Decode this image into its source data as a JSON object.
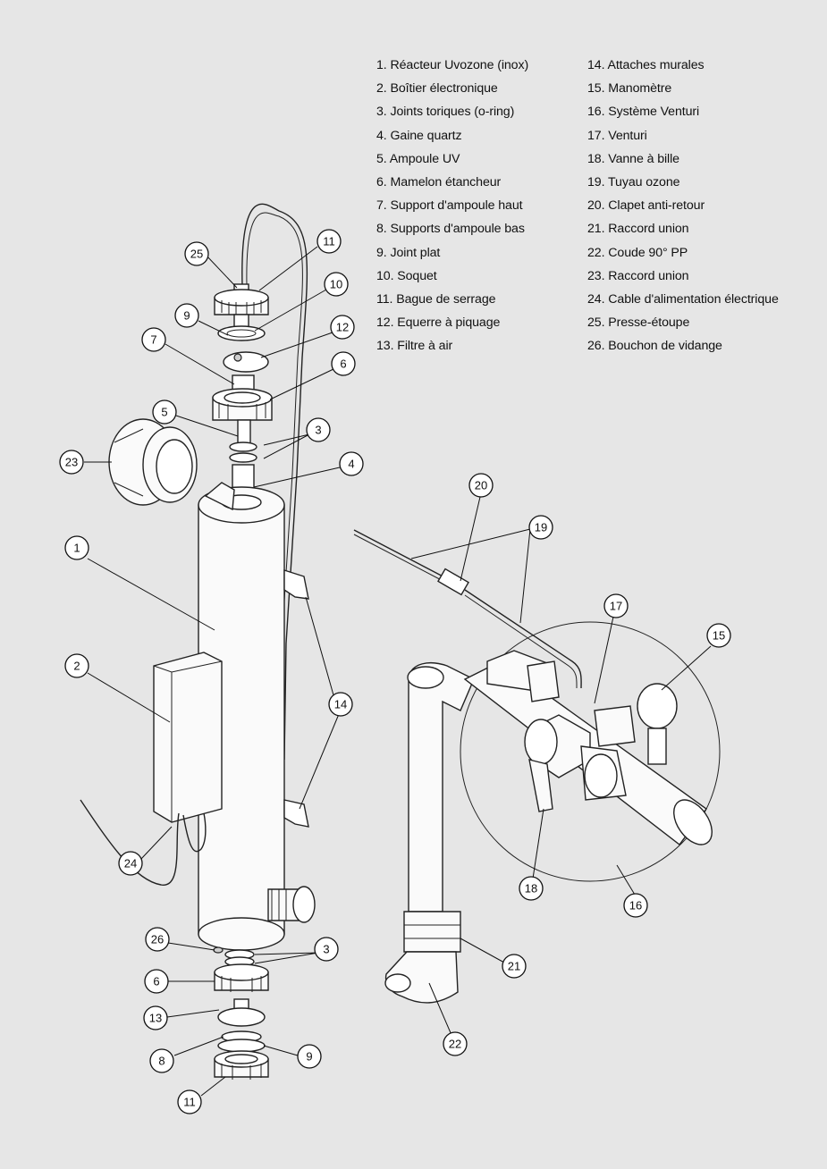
{
  "legend": {
    "col1": [
      "1. Réacteur Uvozone (inox)",
      "2. Boîtier électronique",
      "3. Joints toriques (o-ring)",
      "4. Gaine quartz",
      "5. Ampoule UV",
      "6. Mamelon étancheur",
      "7. Support d'ampoule haut",
      "8. Supports d'ampoule bas",
      "9. Joint plat",
      "10. Soquet",
      "11. Bague de serrage",
      "12. Equerre à piquage",
      "13. Filtre à air"
    ],
    "col2": [
      "14. Attaches murales",
      "15. Manomètre",
      "16. Système Venturi",
      "17. Venturi",
      "18. Vanne à bille",
      "19. Tuyau ozone",
      "20. Clapet anti-retour",
      "21. Raccord union",
      "22. Coude 90° PP",
      "23. Raccord union",
      "24. Cable d'alimentation électrique",
      "25. Presse-étoupe",
      "26. Bouchon de vidange"
    ]
  },
  "callouts": [
    "1",
    "2",
    "3",
    "3",
    "4",
    "5",
    "6",
    "6",
    "7",
    "8",
    "9",
    "9",
    "10",
    "11",
    "11",
    "12",
    "13",
    "14",
    "15",
    "16",
    "17",
    "18",
    "19",
    "20",
    "21",
    "22",
    "23",
    "24",
    "25",
    "26"
  ]
}
